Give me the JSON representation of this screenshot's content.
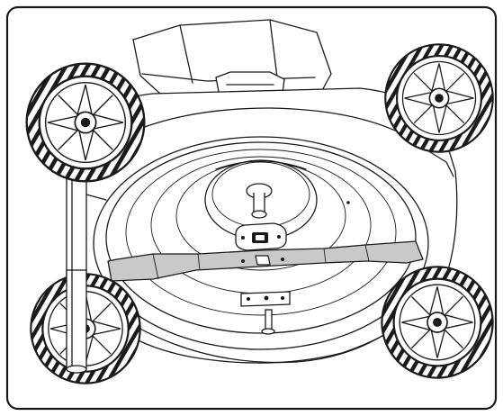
{
  "figure": {
    "subject": "rotary-lawn-mower-underside",
    "colors": {
      "line": "#1a1a1a",
      "blade": "#c9c9c9",
      "background": "#ffffff"
    },
    "icons": [
      "lawn-mower-deck",
      "cutting-blade",
      "blade-adapter",
      "blade-bolt",
      "mower-wheel"
    ]
  }
}
